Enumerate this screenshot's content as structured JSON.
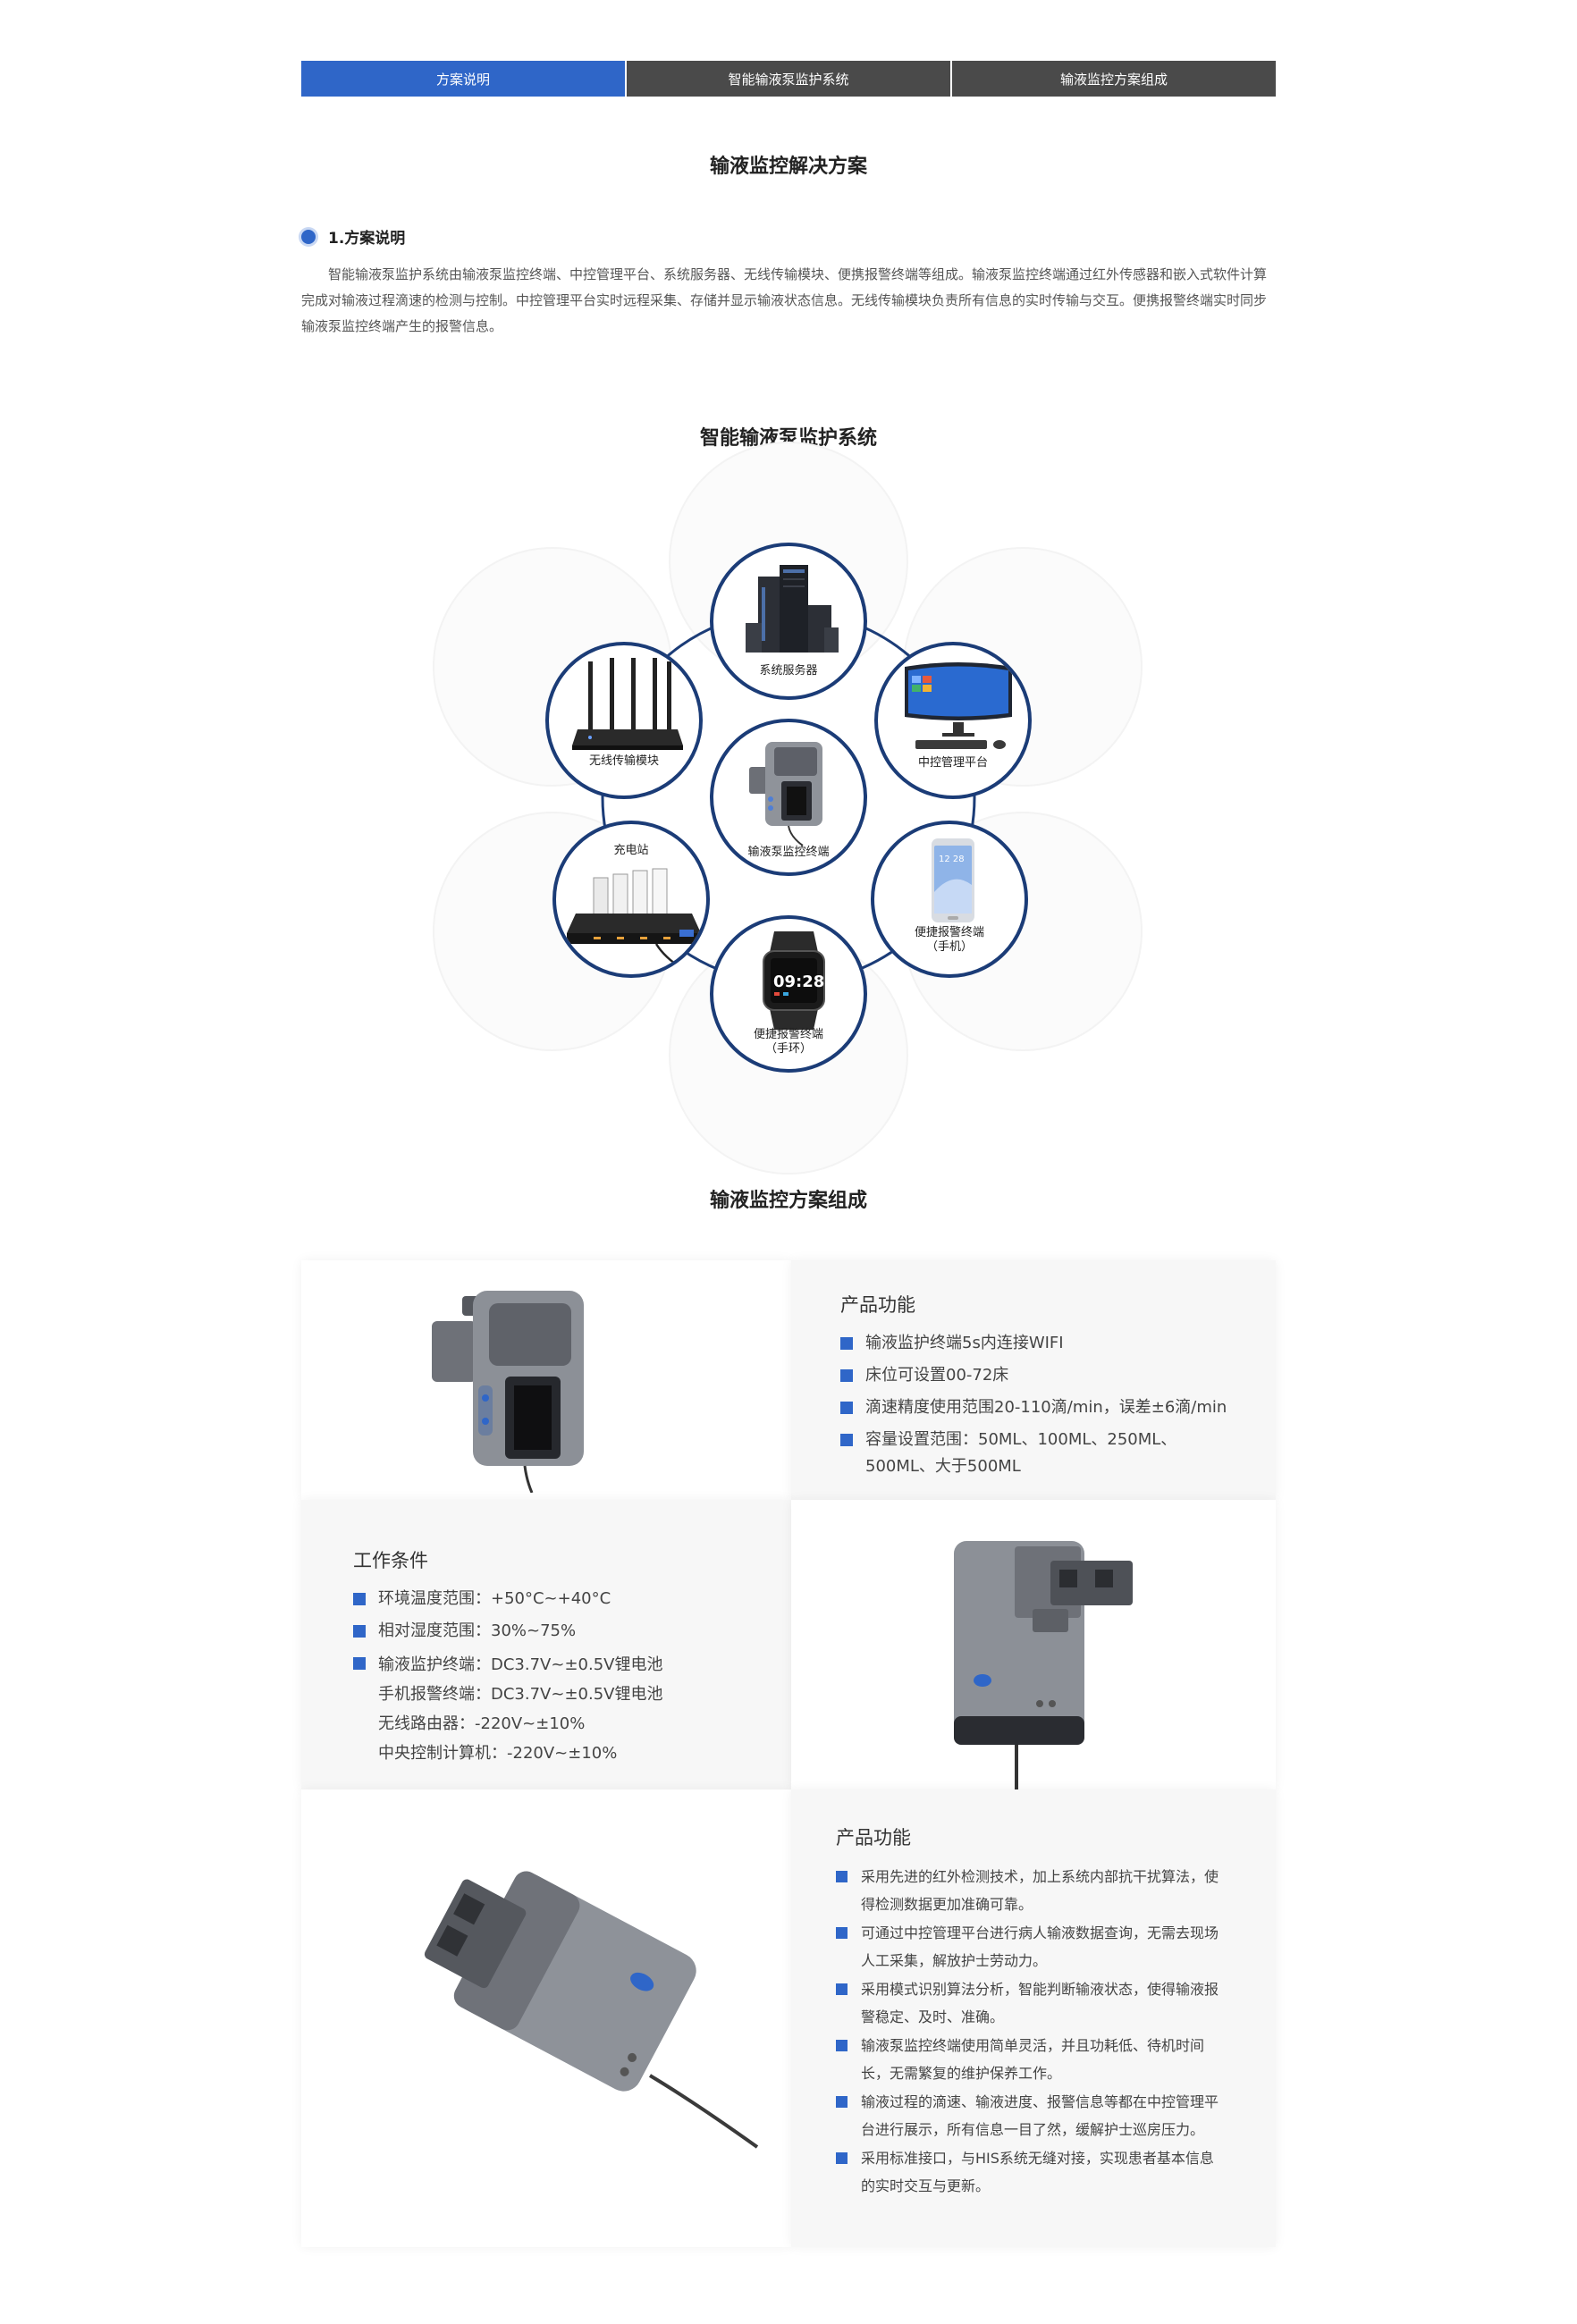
{
  "tabs": [
    {
      "label": "方案说明",
      "active": true
    },
    {
      "label": "智能输液泵监护系统",
      "active": false
    },
    {
      "label": "输液监控方案组成",
      "active": false
    }
  ],
  "page_title": "输液监控解决方案",
  "section1": {
    "heading": "1.方案说明",
    "body": "智能输液泵监护系统由输液泵监控终端、中控管理平台、系统服务器、无线传输模块、便携报警终端等组成。输液泵监控终端通过红外传感器和嵌入式软件计算完成对输液过程滴速的检测与控制。中控管理平台实时远程采集、存储并显示输液状态信息。无线传输模块负责所有信息的实时传输与交互。便携报警终端实时同步输液泵监控终端产生的报警信息。"
  },
  "diagram": {
    "title": "智能输液泵监护系统",
    "nodes": {
      "server": "系统服务器",
      "router": "无线传输模块",
      "platform": "中控管理平台",
      "terminal": "输液泵监控终端",
      "station": "充电站",
      "phone_line1": "便捷报警终端",
      "phone_line2": "（手机）",
      "band_line1": "便捷报警终端",
      "band_line2": "（手环）",
      "band_time": "09:28",
      "phone_time": "12 28"
    }
  },
  "composition": {
    "title": "输液监控方案组成",
    "block1": {
      "title": "产品功能",
      "items": [
        "输液监护终端5s内连接WIFI",
        "床位可设置00-72床",
        "滴速精度使用范围20-110滴/min，误差±6滴/min",
        "容量设置范围：50ML、100ML、250ML、",
        "500ML、大于500ML"
      ]
    },
    "block2": {
      "title": "工作条件",
      "items": [
        "环境温度范围：+50°C~+40°C",
        "相对湿度范围：30%~75%",
        "输液监护终端：DC3.7V~±0.5V锂电池",
        "手机报警终端：DC3.7V~±0.5V锂电池",
        "无线路由器：-220V~±10%",
        "中央控制计算机：-220V~±10%"
      ]
    },
    "block3": {
      "title": "产品功能",
      "items": [
        [
          "采用先进的红外检测技术，加上系统内部抗干扰算法，使",
          "得检测数据更加准确可靠。"
        ],
        [
          "可通过中控管理平台进行病人输液数据查询，无需去现场",
          "人工采集，解放护士劳动力。"
        ],
        [
          "采用模式识别算法分析，智能判断输液状态，使得输液报",
          "警稳定、及时、准确。"
        ],
        [
          "输液泵监控终端使用简单灵活，并且功耗低、待机时间",
          "长，无需繁复的维护保养工作。"
        ],
        [
          "输液过程的滴速、输液进度、报警信息等都在中控管理平",
          "台进行展示，所有信息一目了然，缓解护士巡房压力。"
        ],
        [
          "采用标准接口，与HIS系统无缝对接，实现患者基本信息",
          "的实时交互与更新。"
        ]
      ]
    }
  },
  "colors": {
    "accent": "#2f66c8",
    "tab_inactive": "#4a4a4a",
    "node_ring": "#1b3c77"
  }
}
